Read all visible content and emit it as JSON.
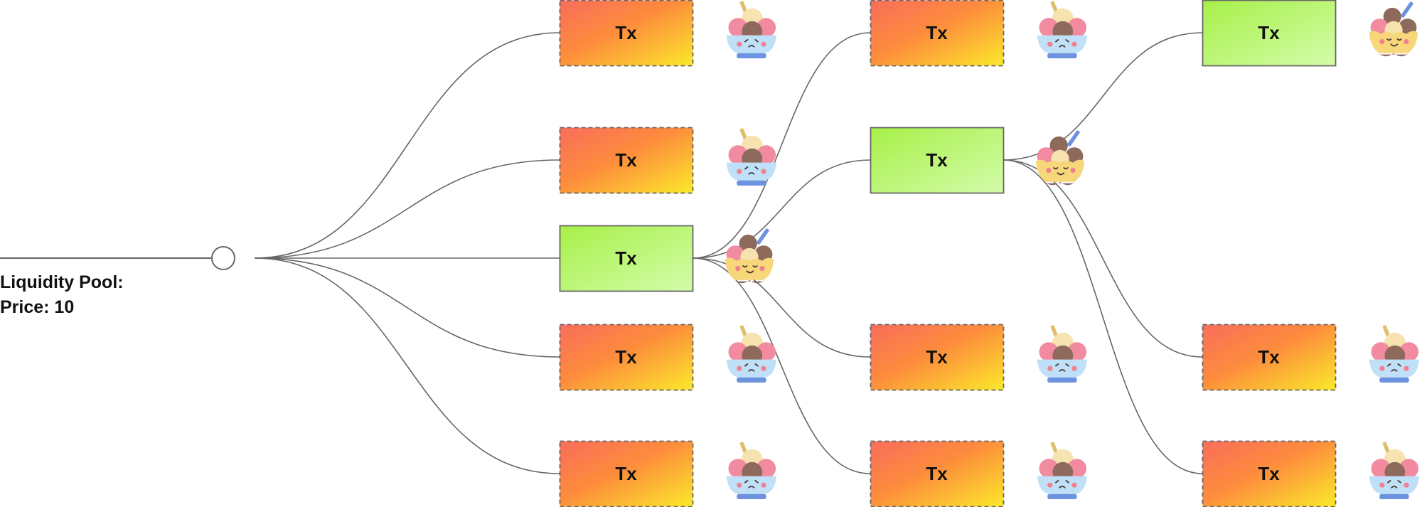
{
  "pool": {
    "title": "Liquidity Pool:",
    "price_text": "Price: 10"
  },
  "colors": {
    "edge": "#666666",
    "failed_start": "#f96d5c",
    "failed_mid": "#fd8c3c",
    "failed_end": "#fbe92b",
    "success_start": "#a7f048",
    "success_end": "#d3fcaa",
    "border": "#666666"
  },
  "legend_icons": {
    "failed": "sad-sundae-cup-icon",
    "success": "happy-waffle-sundae-icon"
  },
  "levels": [
    {
      "name": "level-1",
      "transactions": [
        {
          "id": "l1-tx-1",
          "label": "Tx",
          "status": "failed"
        },
        {
          "id": "l1-tx-2",
          "label": "Tx",
          "status": "failed"
        },
        {
          "id": "l1-tx-3",
          "label": "Tx",
          "status": "success"
        },
        {
          "id": "l1-tx-4",
          "label": "Tx",
          "status": "failed"
        },
        {
          "id": "l1-tx-5",
          "label": "Tx",
          "status": "failed"
        }
      ]
    },
    {
      "name": "level-2",
      "transactions": [
        {
          "id": "l2-tx-1",
          "label": "Tx",
          "status": "failed"
        },
        {
          "id": "l2-tx-2",
          "label": "Tx",
          "status": "success"
        },
        {
          "id": "l2-tx-3",
          "label": "Tx",
          "status": "failed"
        },
        {
          "id": "l2-tx-4",
          "label": "Tx",
          "status": "failed"
        }
      ]
    },
    {
      "name": "level-3",
      "transactions": [
        {
          "id": "l3-tx-1",
          "label": "Tx",
          "status": "success"
        },
        {
          "id": "l3-tx-2",
          "label": "Tx",
          "status": "failed"
        },
        {
          "id": "l3-tx-3",
          "label": "Tx",
          "status": "failed"
        }
      ]
    }
  ]
}
